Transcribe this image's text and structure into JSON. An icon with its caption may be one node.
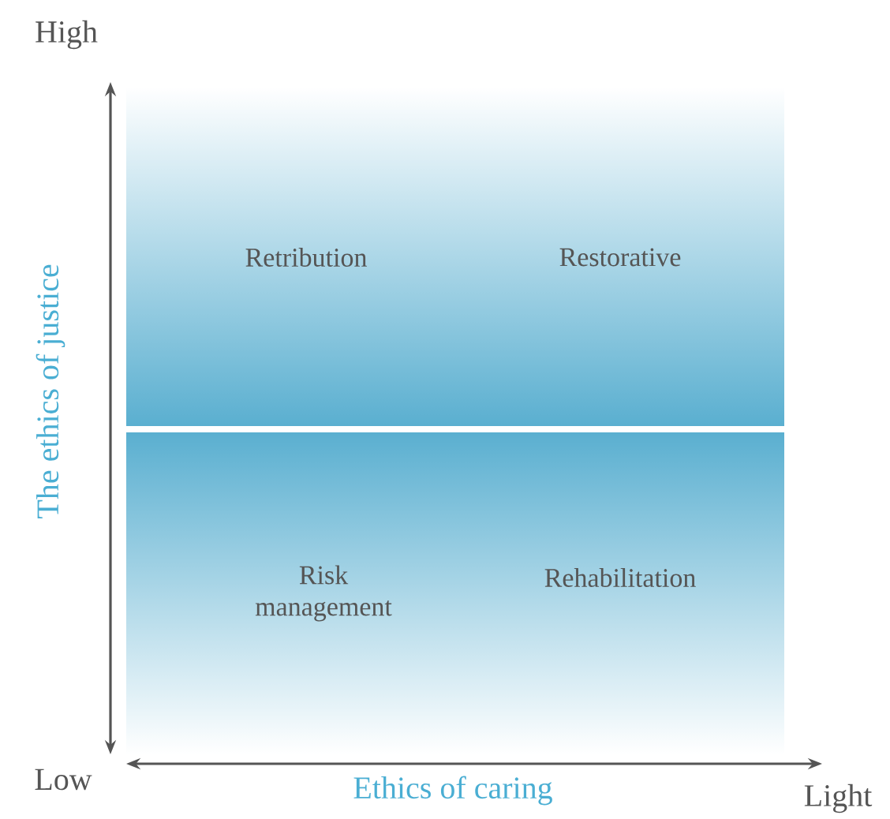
{
  "diagram": {
    "labels": [
      "High",
      "The ethics of justice",
      "Retribution",
      "Restorative",
      "Risk management",
      "Rehabilitation",
      "Low",
      "Ethics of caring",
      "Light"
    ]
  }
}
